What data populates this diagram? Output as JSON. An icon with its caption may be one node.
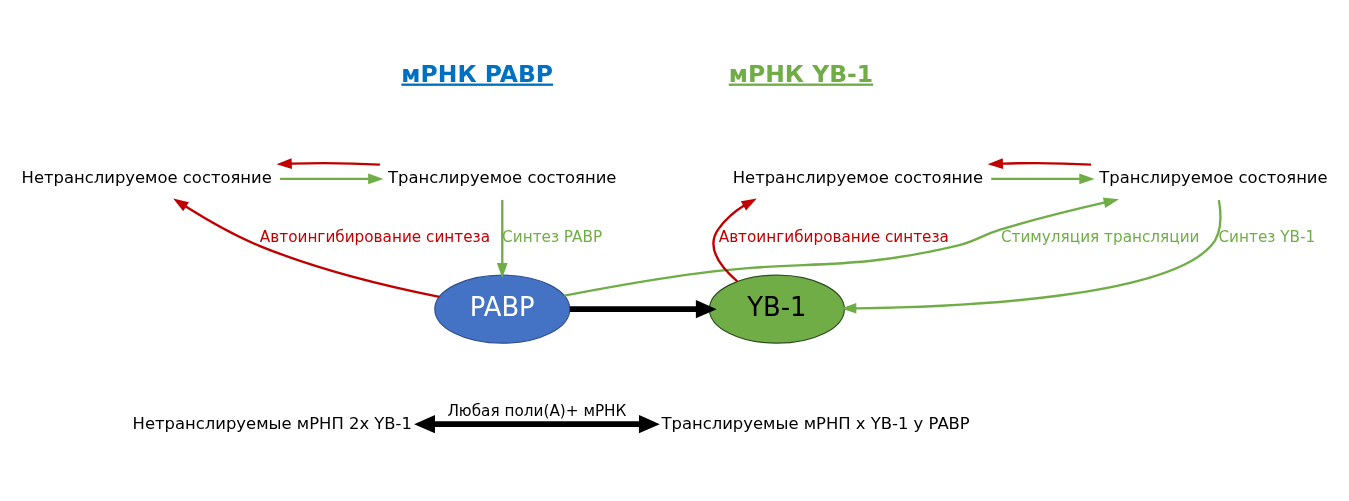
{
  "diagram": {
    "nodes": [
      {
        "text": [
          "Нетранслируемое состояние"
        ]
      },
      {
        "text": [
          "Транслируемое состояние"
        ]
      },
      {
        "text": [
          "PABP"
        ]
      },
      {
        "text": [
          "Нетранслируемое состояние"
        ]
      },
      {
        "text": [
          "Транслируемое состояние"
        ]
      },
      {
        "text": [
          "YB-1"
        ]
      },
      {
        "text": [
          "Нетранслируемые мРНП 2x YB-1"
        ]
      },
      {
        "text": [
          "Транслируемые мРНП x YB-1 y PABP"
        ]
      }
    ],
    "edges": [
      {
        "from": 0,
        "to": 1,
        "arrow": "to",
        "color": "#70ad47"
      },
      {
        "from": 1,
        "to": 0,
        "arrow": "to",
        "color": "#c00000"
      },
      {
        "from": 2,
        "to": 0,
        "arrow": "to",
        "color": "#c00000",
        "label": "Автоингибирование синтеза"
      },
      {
        "from": 1,
        "to": 2,
        "arrow": "to",
        "color": "#70ad47",
        "label": "Синтез PABP"
      },
      {
        "from": 3,
        "to": 4,
        "arrow": "to",
        "color": "#70ad47"
      },
      {
        "from": 2,
        "to": 4,
        "arrow": "to",
        "color": "#70ad47",
        "label": "Стимуляция трансляции"
      },
      {
        "from": 4,
        "to": 3,
        "arrow": "to",
        "color": "#c00000"
      },
      {
        "from": 5,
        "to": 3,
        "arrow": "to",
        "color": "#c00000",
        "label": "Автоингибирование синтеза"
      },
      {
        "from": 4,
        "to": 5,
        "arrow": "to",
        "color": "#70ad47",
        "label": "Синтез YB-1"
      },
      {
        "from": 2,
        "to": 5,
        "arrow": "to",
        "style": "thick",
        "color": "#000000"
      },
      {
        "from": 6,
        "to": 7,
        "arrow": "both",
        "style": "thick",
        "color": "#000000",
        "label": "Любая поли(А)+ мРНК"
      }
    ],
    "labels": [
      "мРНК PABP",
      "мРНК YB-1"
    ]
  }
}
